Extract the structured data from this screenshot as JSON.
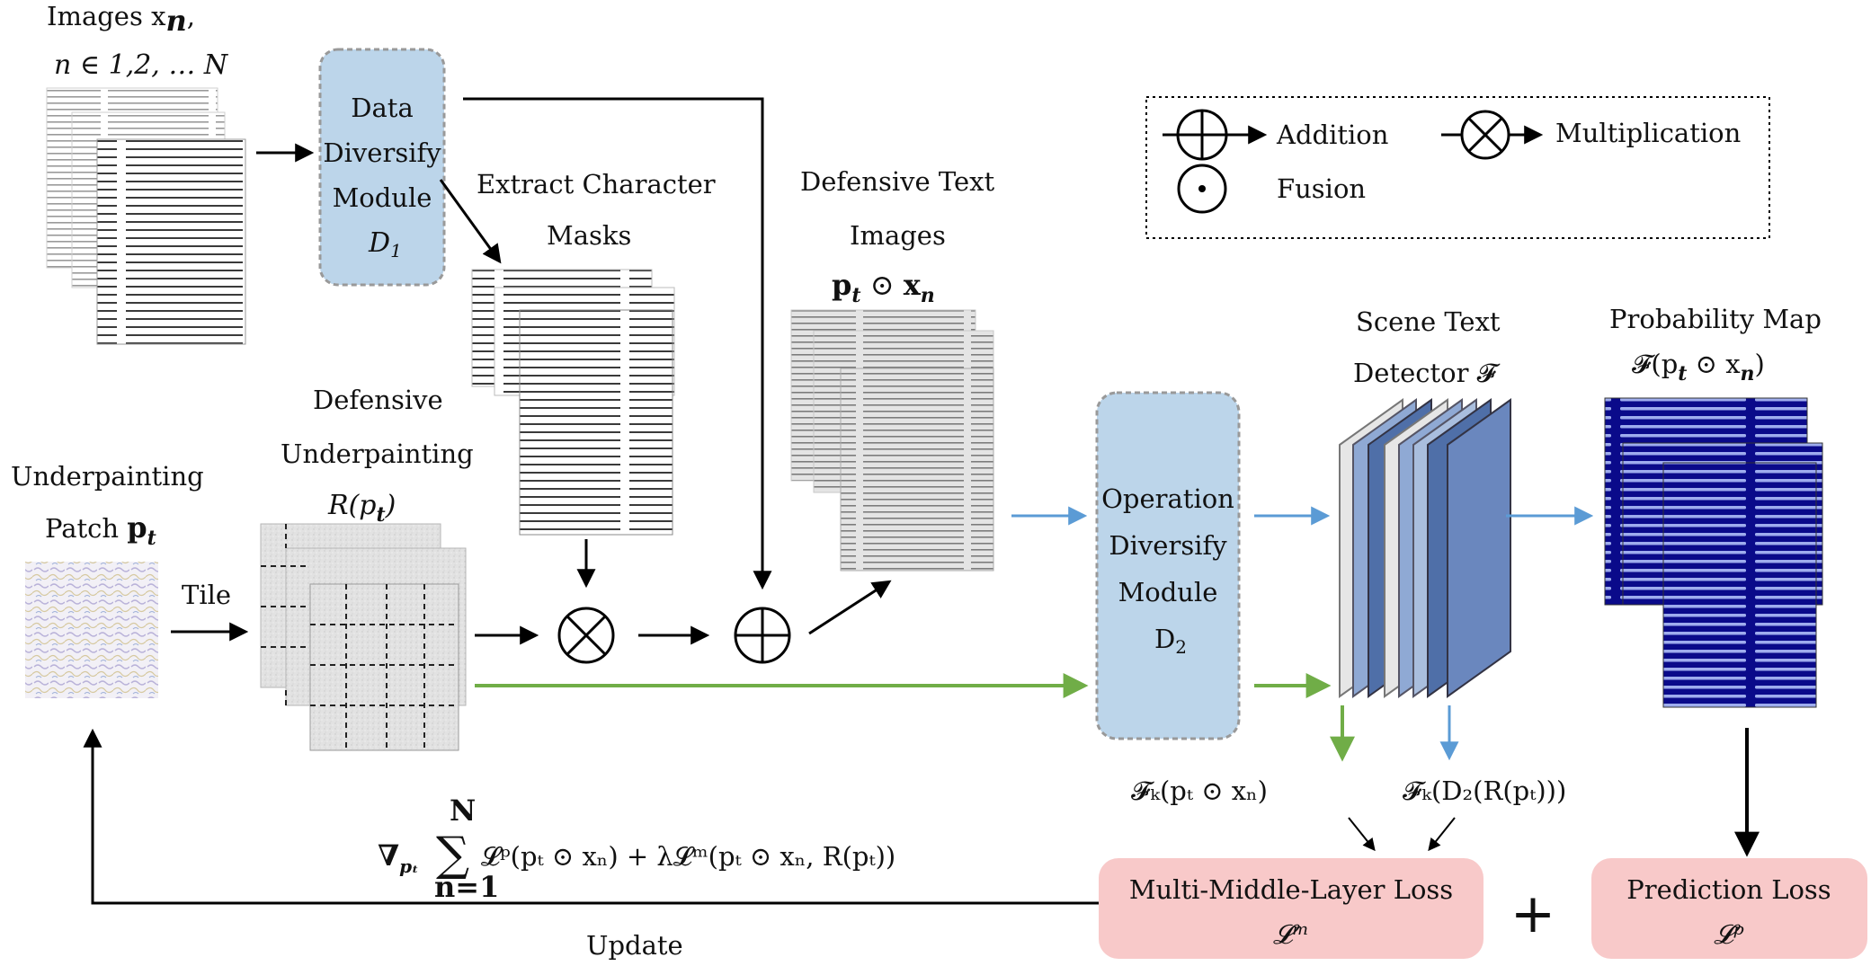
{
  "input": {
    "title": "Images  x",
    "subscript": "n",
    "suffix": ",",
    "range": "n ∈ 1,2, … N"
  },
  "module_d1": {
    "lines": [
      "Data",
      "Diversify",
      "Module"
    ],
    "symbol": "D",
    "symbol_sub": "1"
  },
  "masks": {
    "line1": "Extract Character",
    "line2": "Masks"
  },
  "defensive_images": {
    "line1": "Defensive Text",
    "line2": "Images",
    "formula": "p",
    "formula_sub": "t",
    "formula_op": " ⊙ ",
    "formula_x": "x",
    "formula_x_sub": "n"
  },
  "underpainting_patch": {
    "line1": "Underpainting",
    "line2": "Patch ",
    "symbol": "p",
    "symbol_sub": "t"
  },
  "defensive_underpainting": {
    "line1": "Defensive",
    "line2": "Underpainting",
    "formula": "R(p",
    "formula_sub": "t",
    "formula_end": ")"
  },
  "tile_label": "Tile",
  "module_d2": {
    "lines": [
      "Operation",
      "Diversify",
      "Module"
    ],
    "symbol": "D",
    "symbol_sub": "2"
  },
  "detector": {
    "line1": "Scene Text",
    "line2": "Detector 𝓕"
  },
  "probability_map": {
    "line1": "Probability Map",
    "formula": "𝓕(p",
    "formula_sub": "t",
    "formula_mid": " ⊙ x",
    "formula_sub2": "n",
    "formula_end": ")"
  },
  "legend": {
    "addition": "Addition",
    "multiplication": "Multiplication",
    "fusion": "Fusion"
  },
  "feature_left": "𝓕ₖ(pₜ ⊙ xₙ)",
  "feature_right": "𝓕ₖ(D₂(R(pₜ)))",
  "loss_formula": {
    "grad": "∇",
    "grad_sub": "pₜ",
    "sum_top": "N",
    "sum_bottom": "n=1",
    "body": "𝓛ᵖ(pₜ ⊙ xₙ) + λ𝓛ᵐ(pₜ ⊙ xₙ, R(pₜ))"
  },
  "losses": {
    "middle_title": "Multi-Middle-Layer Loss",
    "middle_symbol": "𝓛ᵐ",
    "plus": "+",
    "prediction_title": "Prediction Loss",
    "prediction_symbol": "𝓛ᵖ"
  },
  "update_label": "Update",
  "colors": {
    "module_fill": "#bcd5ea",
    "module_border": "#999999",
    "loss_fill": "#f8c9c9",
    "blue_arrow": "#5b9bd5",
    "green_arrow": "#70ad47",
    "layer_blue": "#4f6fa8",
    "map_fill": "#0a0a8a"
  }
}
